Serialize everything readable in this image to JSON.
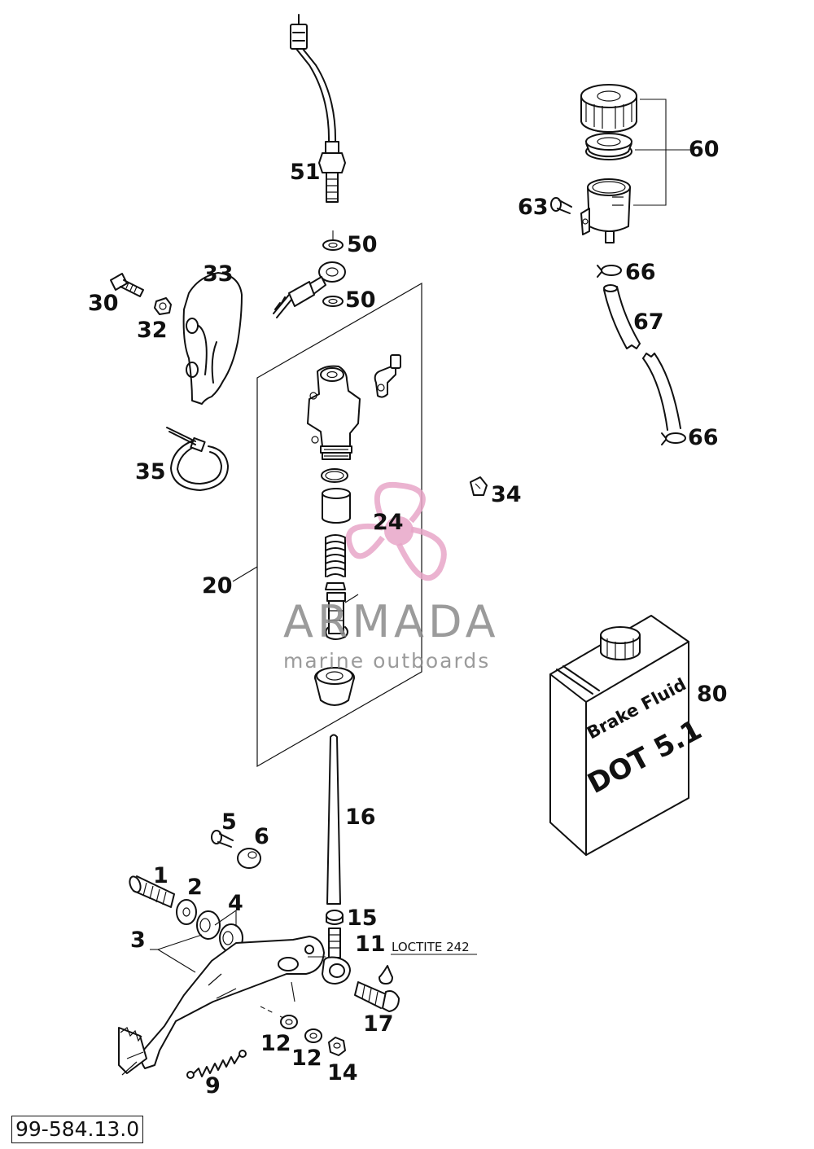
{
  "reference_number": "99-584.13.0",
  "callouts": {
    "c1": "1",
    "c2": "2",
    "c3": "3",
    "c4": "4",
    "c5": "5",
    "c6": "6",
    "c9": "9",
    "c11": "11",
    "c12a": "12",
    "c12b": "12",
    "c14": "14",
    "c15": "15",
    "c16": "16",
    "c17": "17",
    "c20": "20",
    "c24": "24",
    "c30": "30",
    "c32": "32",
    "c33": "33",
    "c34": "34",
    "c35": "35",
    "c50a": "50",
    "c50b": "50",
    "c51": "51",
    "c60": "60",
    "c63": "63",
    "c66a": "66",
    "c66b": "66",
    "c67": "67",
    "c80": "80"
  },
  "note_loctite": "LOCTITE 242",
  "bottle": {
    "line1": "Brake Fluid",
    "line2": "DOT 5.1"
  },
  "watermark": {
    "title": "ARMADA",
    "subtitle": "marine outboards"
  },
  "colors": {
    "line": "#111111",
    "watermark_text": "#8a8a8a",
    "watermark_logo": "#e8a6c8"
  }
}
